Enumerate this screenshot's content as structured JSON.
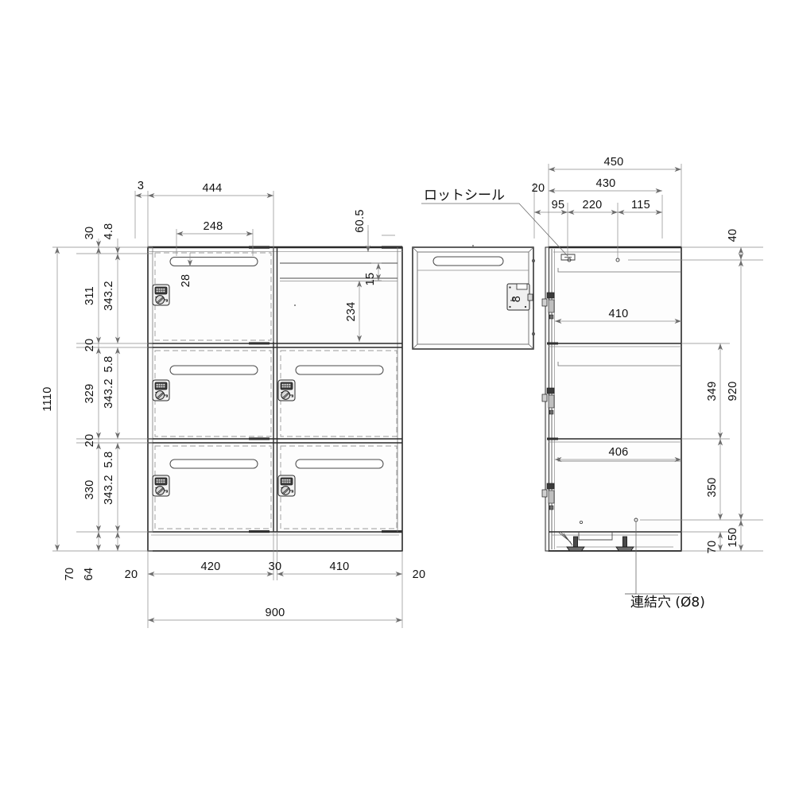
{
  "drawing": {
    "title": "locker-assembly-drawing",
    "units": "mm",
    "background": "#ffffff",
    "line_color": "#1a1a1a",
    "thin_line_color": "#8a8a8a",
    "panel_fill": "#fdfdfd",
    "edge_fill": "#3c3c3c"
  },
  "annotations": {
    "lot_seal": "ロットシール",
    "link_hole": "連結穴 (Ø8)"
  },
  "front_view": {
    "name": "front-elevation",
    "overall_width": "900",
    "overall_height": "1110",
    "top_dims": {
      "left_offset": "3",
      "door_width": "444",
      "handle_width": "248"
    },
    "bottom_dims": [
      "20",
      "420",
      "30",
      "410",
      "20"
    ],
    "bottom_overall": "900",
    "plinth_dims": [
      "70",
      "64"
    ],
    "left_chain_outer": [
      "30",
      "311",
      "20",
      "329",
      "20",
      "330"
    ],
    "left_chain_inner": [
      "4.8",
      "343.2",
      "5.8",
      "343.2",
      "5.8",
      "343.2"
    ],
    "right_dims": {
      "top_band": "60.5",
      "shelf_band": "15",
      "open_height": "234"
    },
    "handle_offset": "28",
    "compartments": [
      {
        "id": "r1c1",
        "type": "door",
        "lock": true
      },
      {
        "id": "r1c2",
        "type": "open-shelf",
        "lock": false
      },
      {
        "id": "r2c1",
        "type": "door",
        "lock": true
      },
      {
        "id": "r2c2",
        "type": "door",
        "lock": true
      },
      {
        "id": "r3c1",
        "type": "door",
        "lock": true
      },
      {
        "id": "r3c2",
        "type": "door",
        "lock": true
      }
    ]
  },
  "door_detail_view": {
    "name": "door-detail",
    "has_handle": true,
    "has_lock": true
  },
  "side_view": {
    "name": "side-section",
    "top_dims": {
      "overhang": "20",
      "overall_depth": "450",
      "body_depth": "430",
      "segments": [
        "95",
        "220",
        "115"
      ]
    },
    "right_chain": {
      "top_offset": "40",
      "mid_1": "349",
      "mid_2": "350",
      "total": "920",
      "base": "150",
      "foot": "70"
    },
    "inner_dims": [
      "410",
      "406"
    ],
    "feet_count": 2
  }
}
